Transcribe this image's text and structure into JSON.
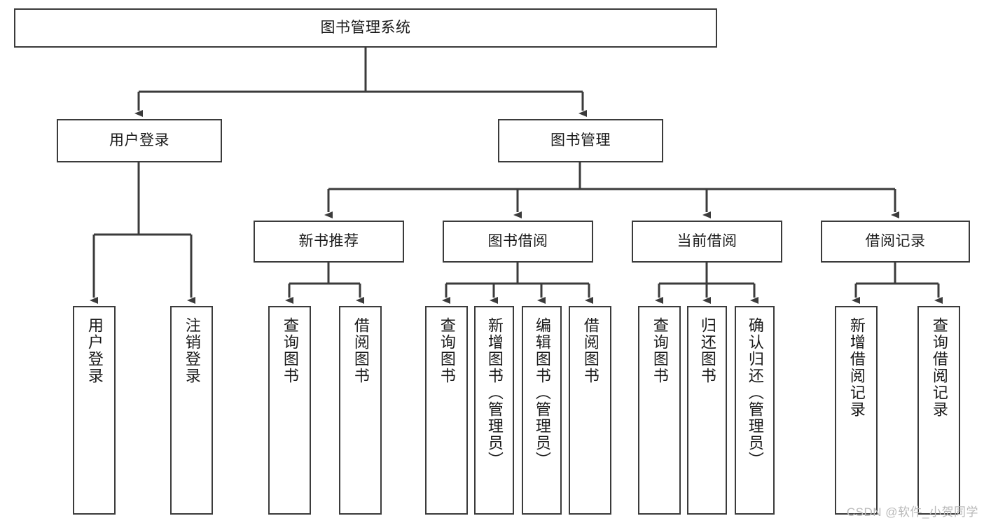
{
  "diagram": {
    "type": "tree-hierarchy",
    "title": "图书管理系统",
    "colors": {
      "box_border": "#3b3b3b",
      "box_fill": "#ffffff",
      "edge": "#3b3b3b",
      "text": "#1a1a1a",
      "watermark": "#b9b9b9",
      "background": "#ffffff"
    },
    "levels": [
      {
        "level": 1,
        "nodes": [
          {
            "id": "root",
            "label": "图书管理系统",
            "orientation": "horizontal"
          }
        ]
      },
      {
        "level": 2,
        "nodes": [
          {
            "id": "login",
            "label": "用户登录",
            "orientation": "horizontal",
            "parent": "root"
          },
          {
            "id": "bookmgmt",
            "label": "图书管理",
            "orientation": "horizontal",
            "parent": "root"
          }
        ]
      },
      {
        "level": 3,
        "nodes": [
          {
            "id": "newbook",
            "label": "新书推荐",
            "orientation": "horizontal",
            "parent": "bookmgmt"
          },
          {
            "id": "borrow",
            "label": "图书借阅",
            "orientation": "horizontal",
            "parent": "bookmgmt"
          },
          {
            "id": "current",
            "label": "当前借阅",
            "orientation": "horizontal",
            "parent": "bookmgmt"
          },
          {
            "id": "records",
            "label": "借阅记录",
            "orientation": "horizontal",
            "parent": "bookmgmt"
          }
        ]
      },
      {
        "level": 4,
        "nodes": [
          {
            "id": "leaf1",
            "label": "用户登录",
            "orientation": "vertical",
            "parent": "login"
          },
          {
            "id": "leaf2",
            "label": "注销登录",
            "orientation": "vertical",
            "parent": "login"
          },
          {
            "id": "leaf3",
            "label": "查询图书",
            "orientation": "vertical",
            "parent": "newbook"
          },
          {
            "id": "leaf4",
            "label": "借阅图书",
            "orientation": "vertical",
            "parent": "newbook"
          },
          {
            "id": "leaf5",
            "label": "查询图书",
            "orientation": "vertical",
            "parent": "borrow"
          },
          {
            "id": "leaf6",
            "label": "新增图书（管理员）",
            "orientation": "vertical",
            "parent": "borrow"
          },
          {
            "id": "leaf7",
            "label": "编辑图书（管理员）",
            "orientation": "vertical",
            "parent": "borrow"
          },
          {
            "id": "leaf8",
            "label": "借阅图书",
            "orientation": "vertical",
            "parent": "borrow"
          },
          {
            "id": "leaf9",
            "label": "查询图书",
            "orientation": "vertical",
            "parent": "current"
          },
          {
            "id": "leaf10",
            "label": "归还图书",
            "orientation": "vertical",
            "parent": "current"
          },
          {
            "id": "leaf11",
            "label": "确认归还（管理员）",
            "orientation": "vertical",
            "parent": "current"
          },
          {
            "id": "leaf12",
            "label": "新增借阅记录",
            "orientation": "vertical",
            "parent": "records"
          },
          {
            "id": "leaf13",
            "label": "查询借阅记录",
            "orientation": "vertical",
            "parent": "records"
          }
        ]
      }
    ]
  },
  "watermark": {
    "text": "CSDN @软件_小贺同学"
  }
}
